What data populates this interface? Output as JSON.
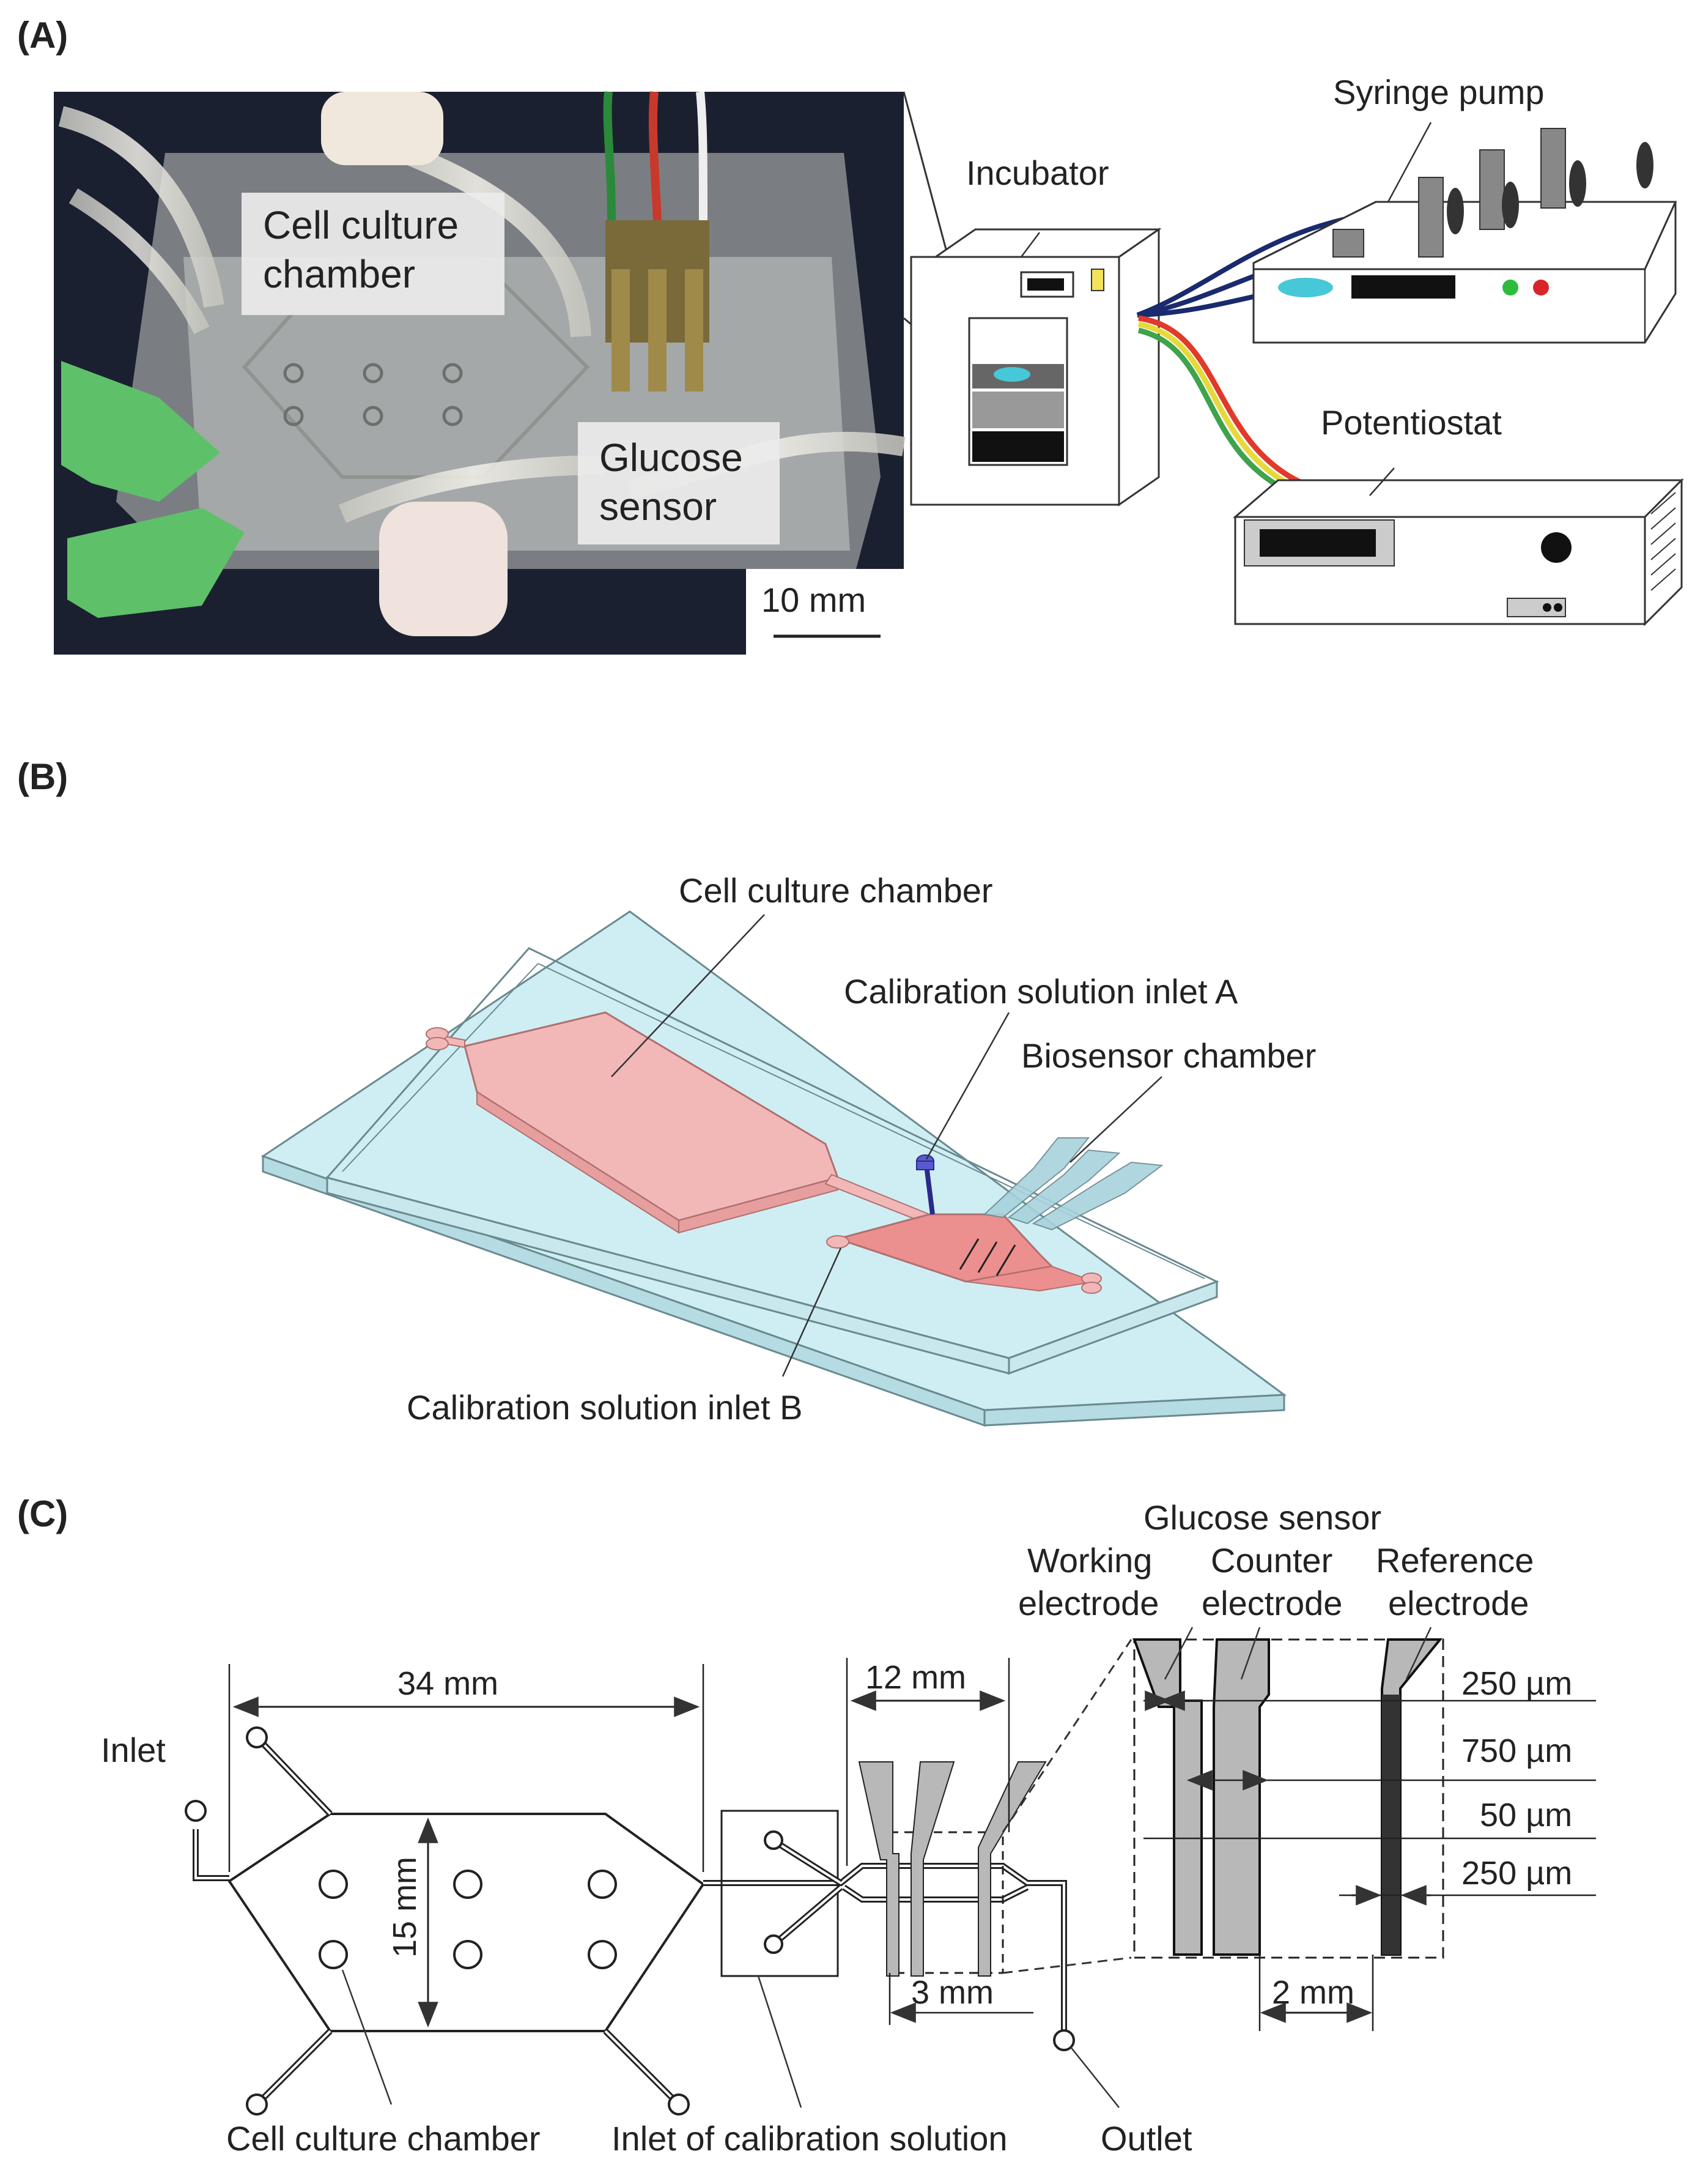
{
  "panels": {
    "a": "(A)",
    "b": "(B)",
    "c": "(C)"
  },
  "panel_a": {
    "photo_labels": {
      "cell_culture": [
        "Cell culture",
        "chamber"
      ],
      "glucose_sensor": [
        "Glucose",
        "sensor"
      ]
    },
    "scale_bar": "10 mm",
    "equipment": {
      "incubator": "Incubator",
      "syringe_pump": "Syringe pump",
      "potentiostat": "Potentiostat"
    }
  },
  "panel_b": {
    "labels": {
      "cell_culture": "Cell culture chamber",
      "inlet_a": "Calibration solution inlet A",
      "biosensor": "Biosensor chamber",
      "inlet_b": "Calibration solution inlet B"
    }
  },
  "panel_c": {
    "labels": {
      "inlet": "Inlet",
      "cell_culture": "Cell culture chamber",
      "inlet_calibration": "Inlet of calibration solution",
      "outlet": "Outlet",
      "glucose_sensor": "Glucose sensor",
      "working": [
        "Working",
        "electrode"
      ],
      "counter": [
        "Counter",
        "electrode"
      ],
      "reference": [
        "Reference",
        "electrode"
      ]
    },
    "dimensions": {
      "d34": "34 mm",
      "d15": "15 mm",
      "d12": "12 mm",
      "d3": "3 mm",
      "d2": "2 mm",
      "u250a": "250 µm",
      "u750": "750 µm",
      "u50": "50 µm",
      "u250b": "250 µm"
    }
  },
  "colors": {
    "chip_fill": "#cfeef3",
    "channel_fill": "#f2b8b8",
    "electrode_grey": "#b8b8b8",
    "pump_tube": "#1a2a6e",
    "photo_bg": "#1b2030"
  }
}
